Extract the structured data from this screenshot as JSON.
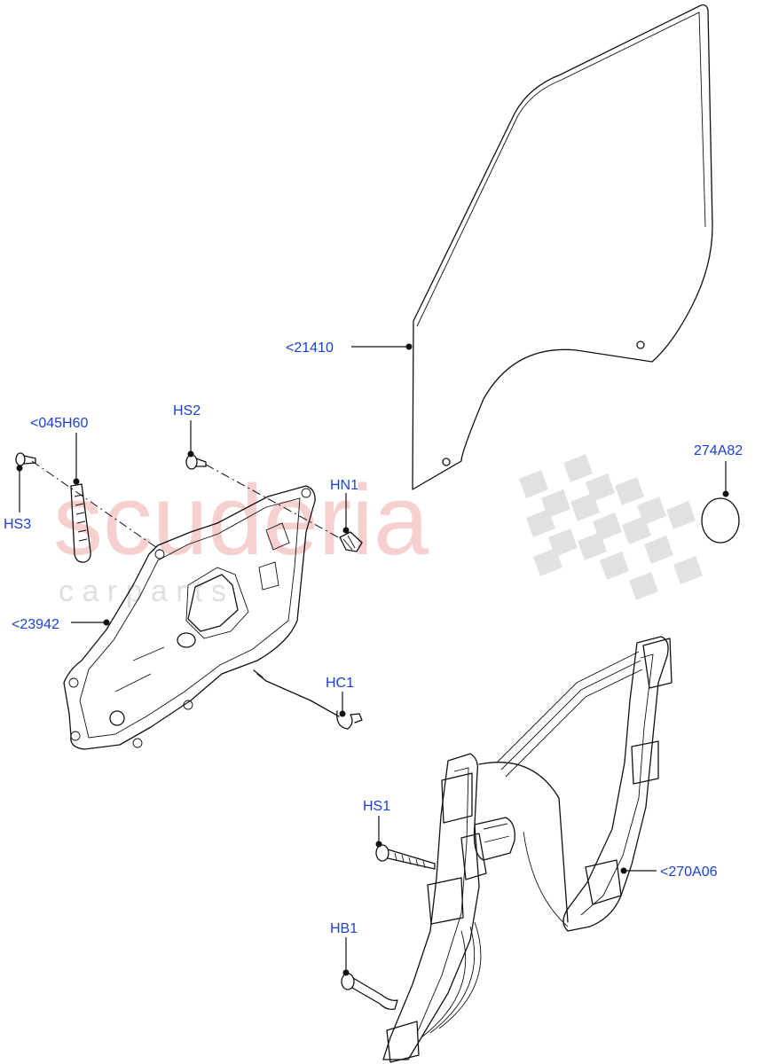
{
  "watermark": {
    "brand": "scuderia",
    "sub": "c a r   p a r t s",
    "color": "#f3c0c0",
    "checker_color": "#d8d8d8"
  },
  "callouts": {
    "glass": "<21410",
    "sealing_ring": "274A82",
    "clip_part": "<045H60",
    "screw_hs2": "HS2",
    "nut_hn1": "HN1",
    "screw_hs3": "HS3",
    "carrier_panel": "<23942",
    "cable_clip_hc1": "HC1",
    "screw_hs1": "HS1",
    "regulator": "<270A06",
    "bolt_hb1": "HB1"
  },
  "colors": {
    "label": "#1a3fd6",
    "line": "#111111"
  }
}
